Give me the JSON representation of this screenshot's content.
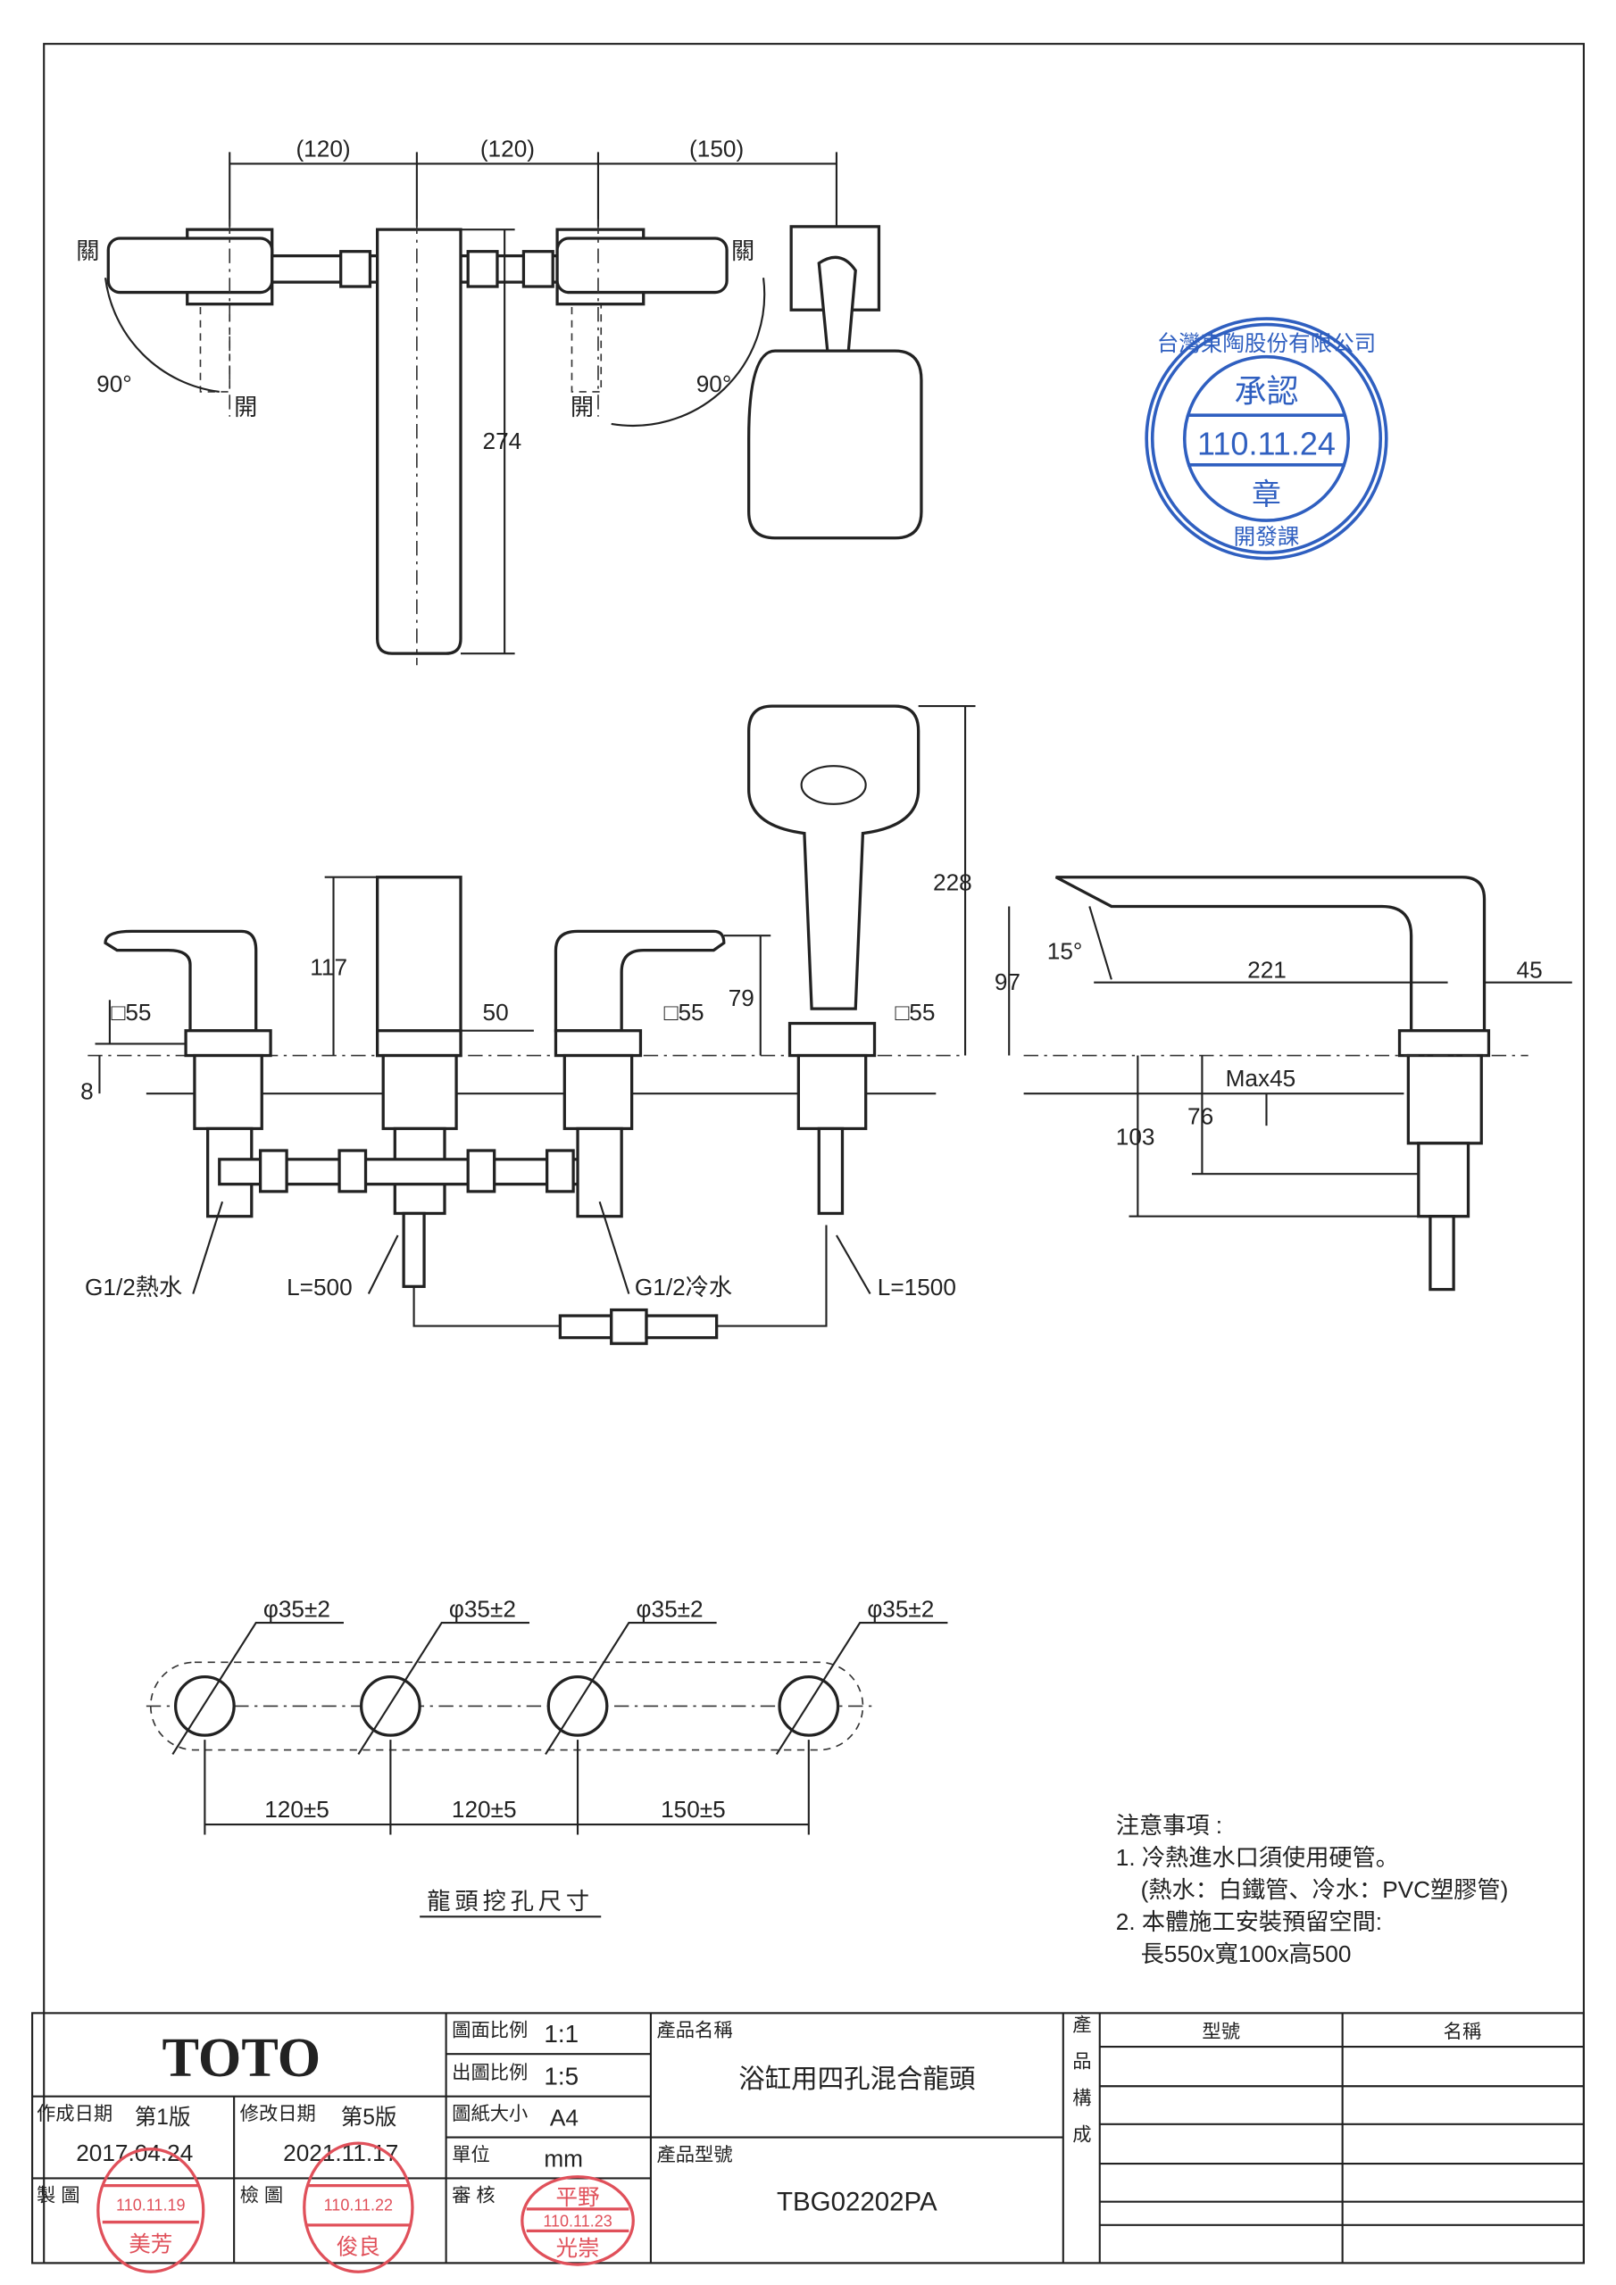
{
  "top_view": {
    "dims": [
      "(120)",
      "(120)",
      "(150)",
      "274"
    ],
    "closed_left": "關",
    "open_left": "開",
    "angle_left": "90°",
    "closed_right": "關",
    "open_right": "開",
    "angle_right": "90°"
  },
  "front_view": {
    "dims": [
      "117",
      "50",
      "□55",
      "□55",
      "79",
      "□55",
      "228",
      "8"
    ],
    "callouts": [
      "G1/2熱水",
      "L=500",
      "G1/2冷水",
      "L=1500"
    ]
  },
  "side_view": {
    "dims": [
      "15°",
      "97",
      "221",
      "45",
      "Max45",
      "76",
      "103"
    ]
  },
  "hole_layout": {
    "diameters": [
      "φ35±2",
      "φ35±2",
      "φ35±2",
      "φ35±2"
    ],
    "spacings": [
      "120±5",
      "120±5",
      "150±5"
    ],
    "caption": "龍頭挖孔尺寸"
  },
  "notes": {
    "title": "注意事項 :",
    "lines": [
      "1. 冷熱進水口須使用硬管。",
      "(熱水：白鐵管、冷水：PVC塑膠管)",
      "2. 本體施工安裝預留空間:",
      "長550x寬100x高500"
    ]
  },
  "approval_stamp": {
    "company": "台灣東陶股份有限公司",
    "title": "承認",
    "date": "110.11.24",
    "seal": "章",
    "dept": "開發課"
  },
  "title_block": {
    "logo": "TOTO",
    "drawing_scale_label": "圖面比例",
    "drawing_scale": "1:1",
    "print_scale_label": "出圖比例",
    "print_scale": "1:5",
    "paper_size_label": "圖紙大小",
    "paper_size": "A4",
    "unit_label": "單位",
    "unit": "mm",
    "created_label": "作成日期",
    "created_version": "第1版",
    "created_date": "2017.04.24",
    "revised_label": "修改日期",
    "revised_version": "第5版",
    "revised_date": "2021.11.17",
    "drawn_label": "製 圖",
    "checked_label": "檢 圖",
    "reviewed_label": "審 核",
    "product_name_label": "產品名稱",
    "product_name": "浴缸用四孔混合龍頭",
    "product_model_label": "產品型號",
    "product_model": "TBG02202PA",
    "composition_label": "產品構成",
    "col_model": "型號",
    "col_name": "名稱",
    "stamps": [
      {
        "date": "110.11.19",
        "name": "美芳"
      },
      {
        "date": "110.11.22",
        "name": "俊良"
      },
      {
        "date": "110.11.23",
        "name": "光崇",
        "top": "平野"
      }
    ]
  }
}
